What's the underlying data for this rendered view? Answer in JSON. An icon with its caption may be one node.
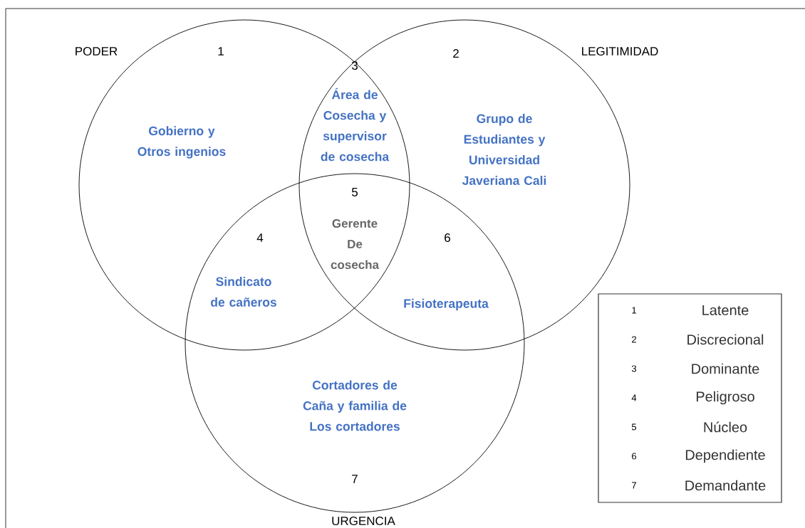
{
  "diagram": {
    "nodes": [
      {
        "text": [],
        "shape": "circle",
        "beside": [
          "PODER"
        ]
      },
      {
        "text": [],
        "shape": "circle",
        "beside": [
          "LEGITIMIDAD"
        ]
      },
      {
        "text": [],
        "shape": "circle",
        "beside": [
          "URGENCIA"
        ]
      }
    ],
    "labels": [
      "1",
      "2",
      "3",
      "Área de Cosecha y supervisor de cosecha",
      "Gobierno y Otros ingenios",
      "Grupo de Estudiantes y Universidad Javeriana Cali",
      "5",
      "Gerente De cosecha",
      "4",
      "6",
      "Sindicato de cañeros",
      "Fisioterapeuta",
      "Cortadores de Caña y familia de Los cortadores",
      "7",
      "1",
      "Latente",
      "2",
      "Discrecional",
      "3",
      "Dominante",
      "4",
      "Peligroso",
      "5",
      "Núcleo",
      "6",
      "Dependiente",
      "7",
      "Demandante"
    ]
  }
}
